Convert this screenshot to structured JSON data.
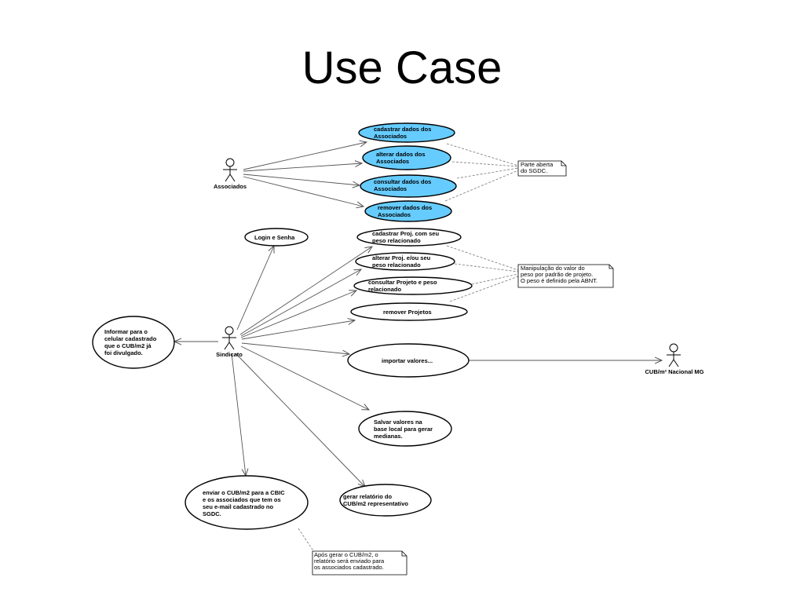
{
  "title": "Use Case",
  "actors": {
    "associados": "Associados",
    "sindicato": "Sindicato",
    "cub_nacional": "CUB/m² Nacional MG"
  },
  "use_cases": {
    "cadastrar_associados": [
      "cadastrar dados dos",
      "Associados"
    ],
    "alterar_associados": [
      "alterar dados dos",
      "Associados"
    ],
    "consultar_associados": [
      "consultar dados dos",
      "Associados"
    ],
    "remover_associados": [
      "remover dados dos",
      "Associados"
    ],
    "login": [
      "Login e Senha"
    ],
    "cadastrar_proj": [
      "cadastrar Proj. com seu",
      "peso relacionado"
    ],
    "alterar_proj": [
      "alterar Proj. e/ou seu",
      "peso relacionado"
    ],
    "consultar_proj": [
      "consultar Projeto e peso",
      "relacionado"
    ],
    "remover_proj": [
      "remover Projetos"
    ],
    "informar_celular": [
      "Informar para o",
      "celular cadastrado",
      "que o CUB/m2 já",
      "foi divulgado."
    ],
    "importar": [
      "importar valores..."
    ],
    "salvar": [
      "Salvar valores na",
      "base local para gerar",
      "medianas."
    ],
    "enviar_cub": [
      "enviar o CUB/m2 para a CBIC",
      "e os associados que tem os",
      "seu e-mail cadastrado no",
      "SGDC."
    ],
    "gerar_relatorio": [
      "gerar relatório do",
      "CUB/m2 representativo"
    ]
  },
  "notes": {
    "parte_aberta": [
      "Parte aberta",
      "do SGDC."
    ],
    "manipulacao": [
      "Manipulação do valor do",
      "peso por padrão de projeto.",
      "O peso é definido pela ABNT."
    ],
    "apos_gerar": [
      "Após gerar o CUB/m2, o",
      "relatório será enviado para",
      "os associados cadastrado."
    ]
  },
  "colors": {
    "highlight_fill": "#66ccff",
    "default_fill": "#ffffff",
    "line": "#555555"
  }
}
